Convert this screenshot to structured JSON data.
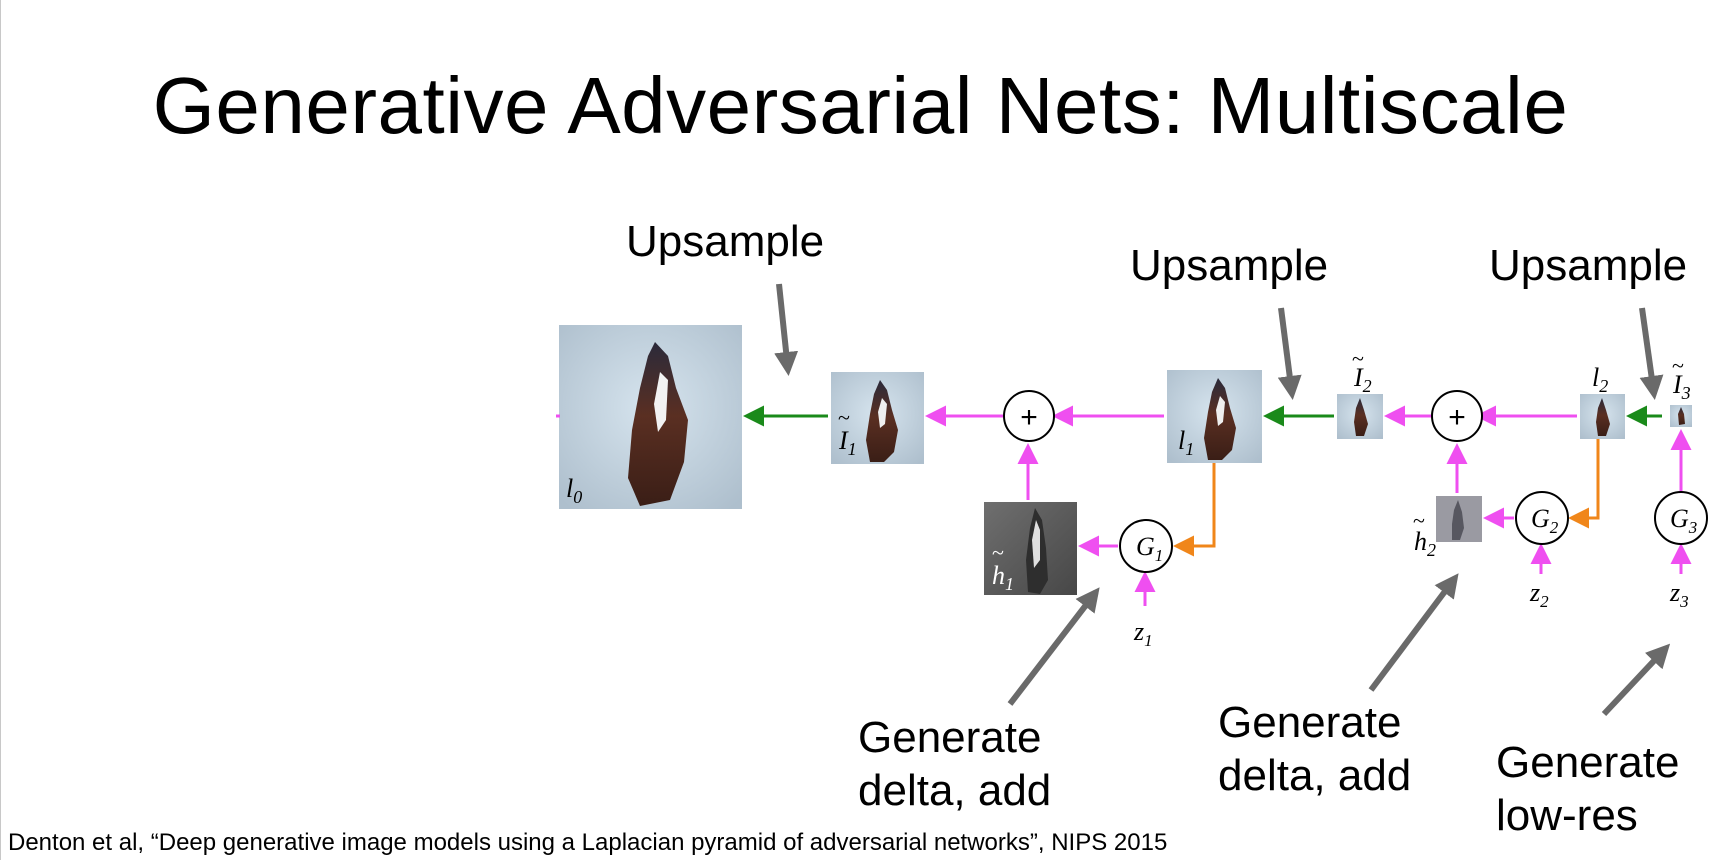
{
  "slide": {
    "title": "Generative Adversarial Nets: Multiscale",
    "citation": "Denton et al, “Deep generative image models using a Laplacian pyramid of adversarial networks”, NIPS 2015"
  },
  "callouts": {
    "upsample_left": "Upsample",
    "upsample_middle": "Upsample",
    "upsample_right": "Upsample",
    "generate_delta_1": [
      "Generate",
      "delta, add"
    ],
    "generate_delta_2": [
      "Generate",
      "delta, add"
    ],
    "generate_low_res": [
      "Generate",
      "low-res"
    ]
  },
  "diagram": {
    "image_labels": {
      "l0": "l",
      "l0_sub": "0",
      "I1": "I",
      "I1_sub": "1",
      "l1": "l",
      "l1_sub": "1",
      "h1": "h",
      "h1_sub": "1",
      "I2": "I",
      "I2_sub": "2",
      "l2": "l",
      "l2_sub": "2",
      "h2": "h",
      "h2_sub": "2",
      "I3": "I",
      "I3_sub": "3"
    },
    "generators": {
      "G1": "G",
      "G1_sub": "1",
      "G2": "G",
      "G2_sub": "2",
      "G3": "G",
      "G3_sub": "3"
    },
    "noise": {
      "z1": "z",
      "z1_sub": "1",
      "z2": "z",
      "z2_sub": "2",
      "z3": "z",
      "z3_sub": "3"
    },
    "plus_symbol": "+",
    "tilde": "~",
    "colors": {
      "upsample_arrow": "#1a8a1a",
      "pipeline_arrow": "#ef4ff0",
      "generator_condition": "#f0861a",
      "callout_arrow": "#6a6a6a"
    }
  }
}
